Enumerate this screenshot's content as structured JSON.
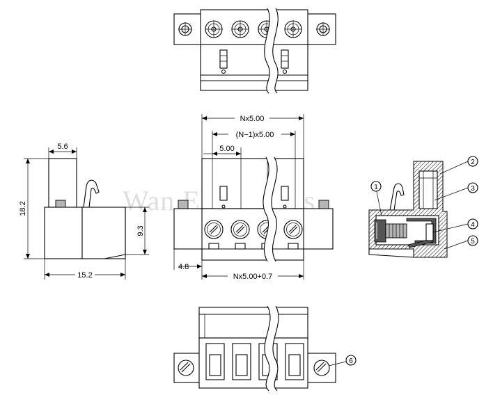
{
  "watermark": "Wan Electronics",
  "dimensions": {
    "pitch_total": "Nx5.00",
    "pitch_inner": "(N−1)x5.00",
    "pitch_single": "5.00",
    "side_top_width": "5.6",
    "side_height": "18.2",
    "side_depth": "15.2",
    "front_height": "9.3",
    "front_offset": "4.8",
    "front_total": "Nx5.00+0.7"
  },
  "callouts": [
    "1",
    "2",
    "3",
    "4",
    "5",
    "6"
  ],
  "icons": {
    "screw": "slotted-screw-icon",
    "mount_hole": "mounting-hole-icon"
  }
}
